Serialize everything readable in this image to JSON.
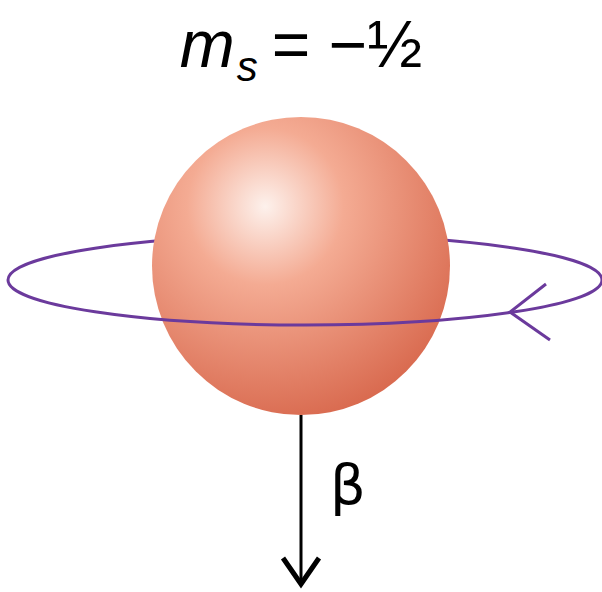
{
  "diagram": {
    "labels": [
      "m",
      "s",
      "= −½",
      "β"
    ]
  }
}
